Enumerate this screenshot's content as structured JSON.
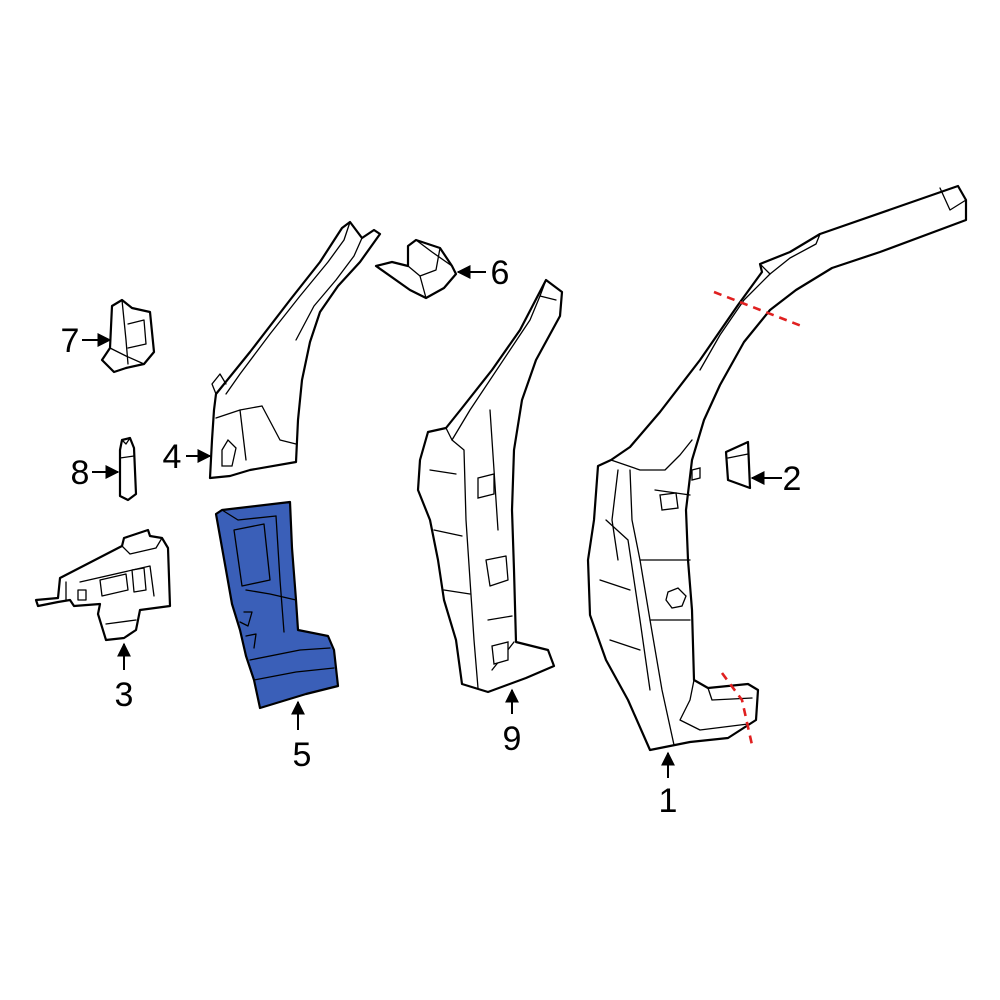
{
  "colors": {
    "highlight": "#3a5fb8",
    "cut_line": "#e02020",
    "outline": "#000000",
    "background": "#ffffff"
  },
  "callouts": {
    "c1": "1",
    "c2": "2",
    "c3": "3",
    "c4": "4",
    "c5": "5",
    "c6": "6",
    "c7": "7",
    "c8": "8",
    "c9": "9"
  },
  "highlighted_part": "5"
}
